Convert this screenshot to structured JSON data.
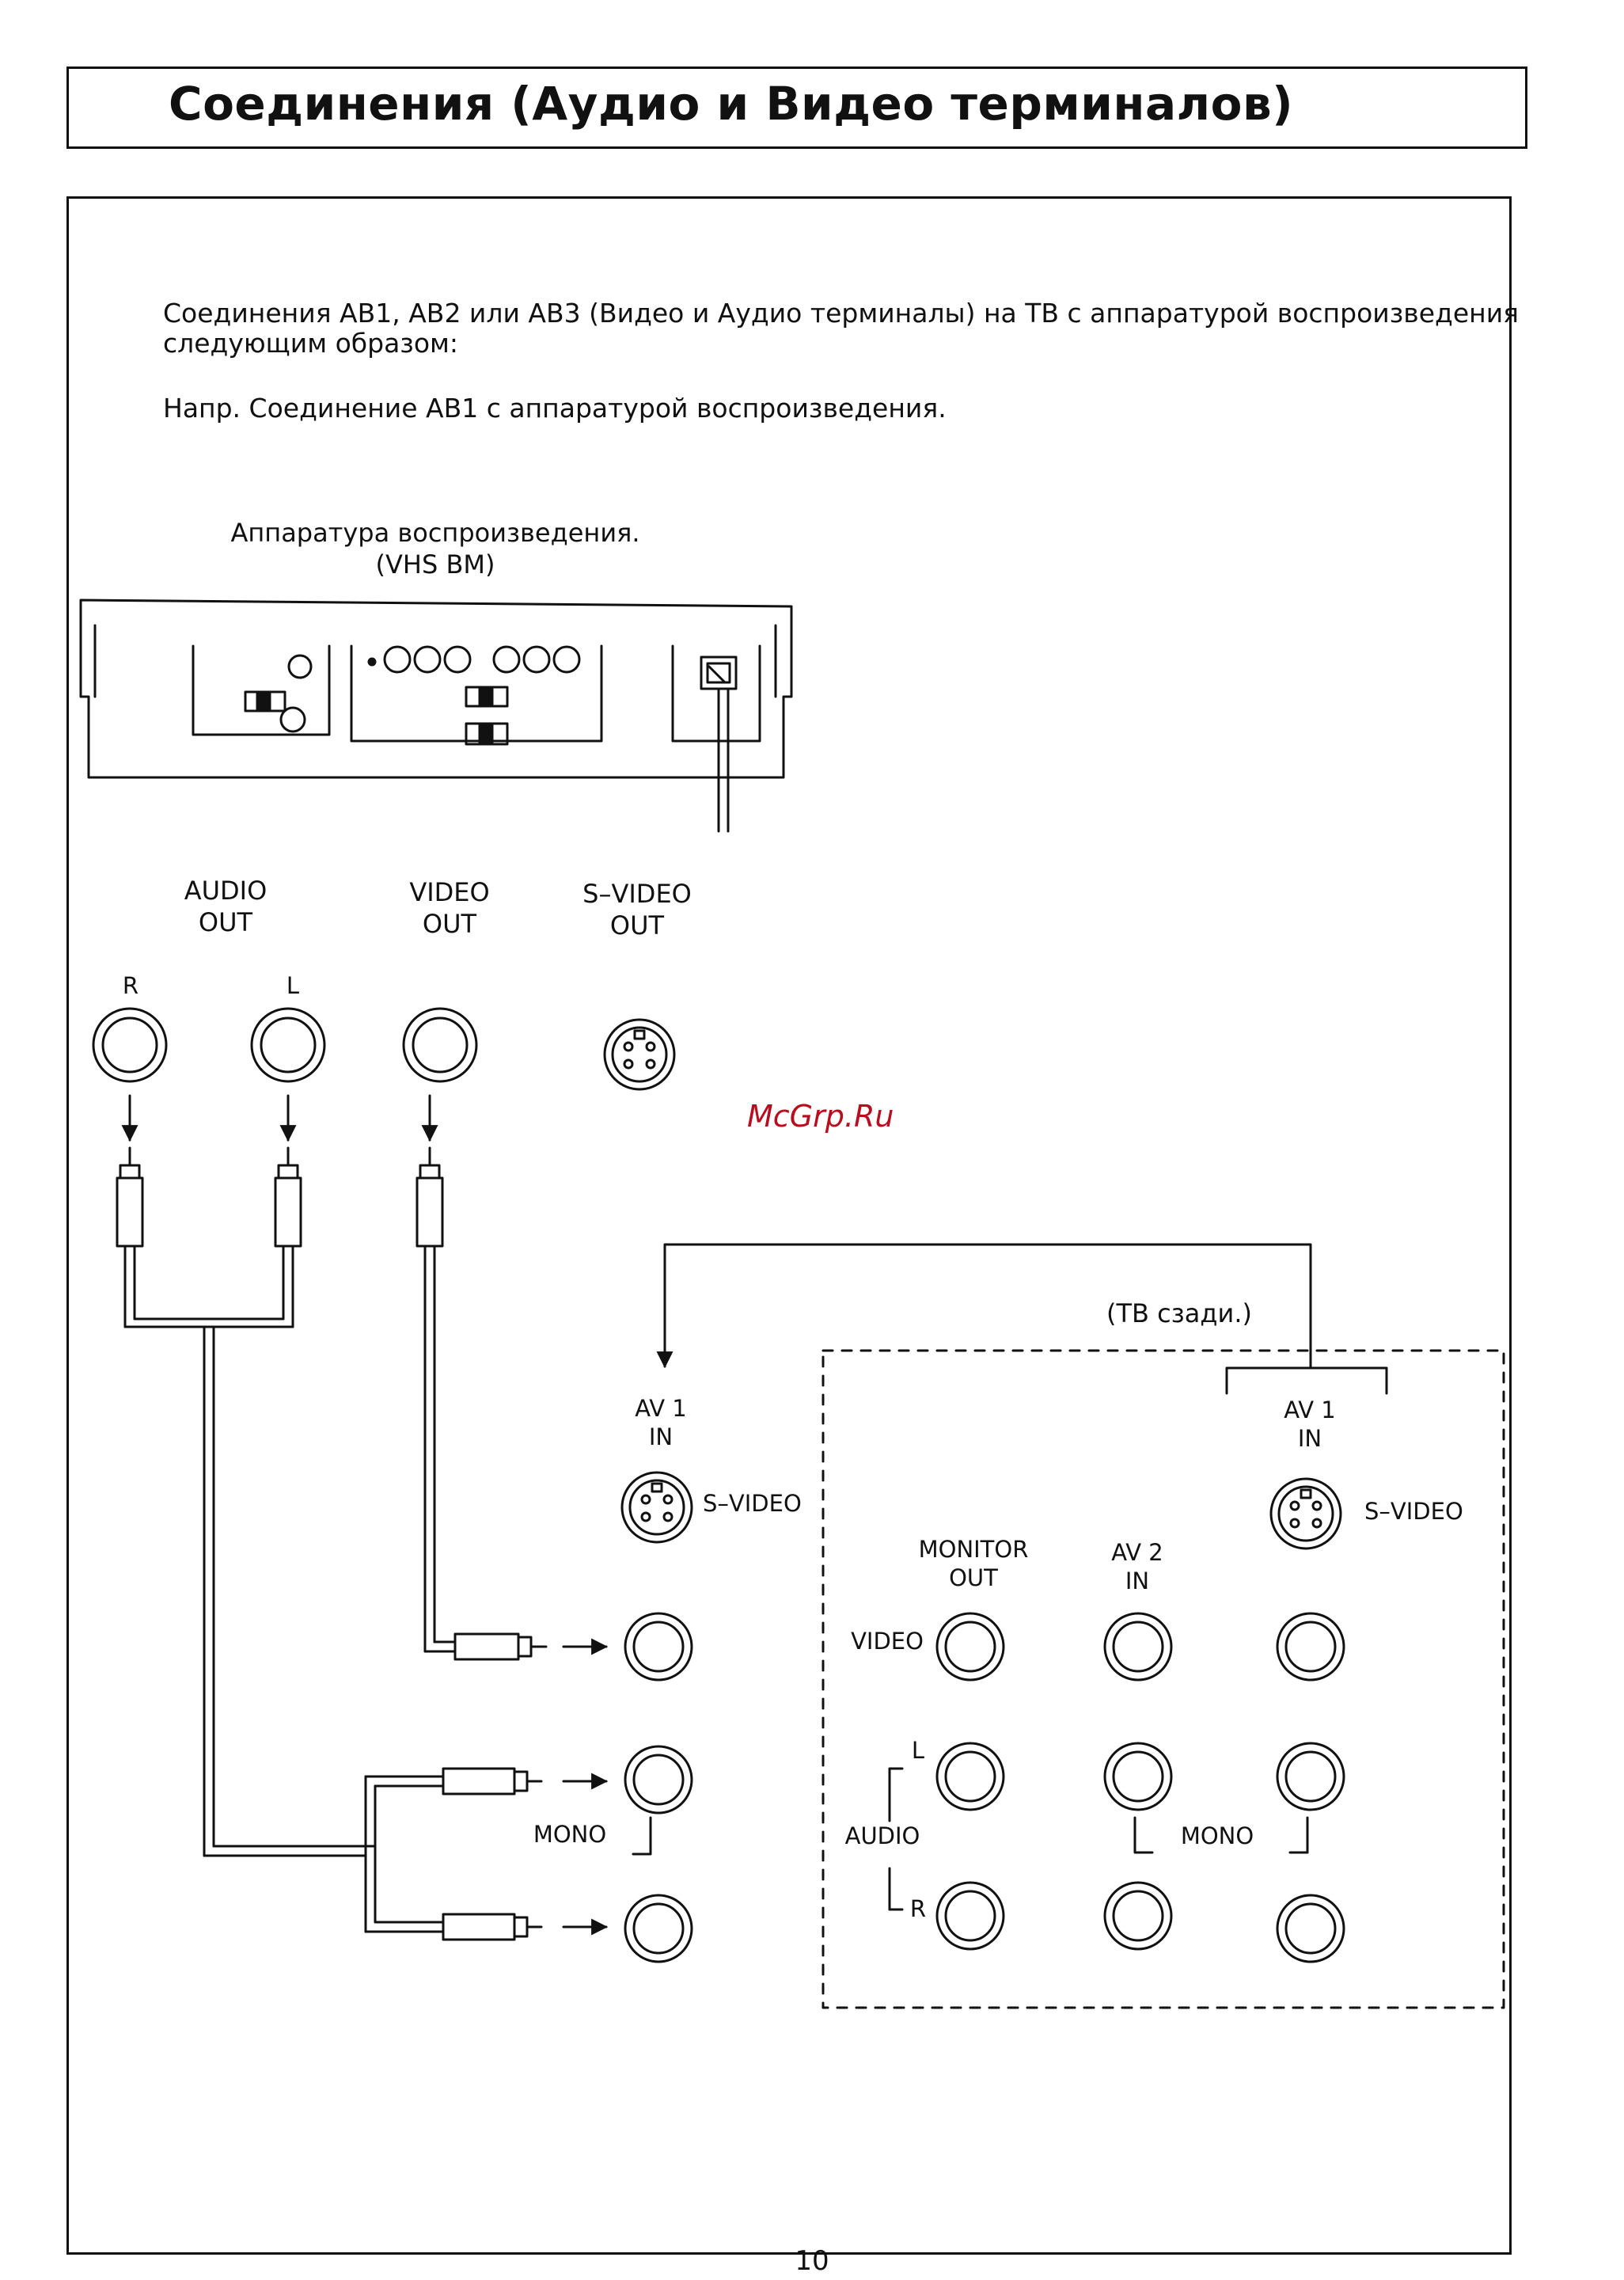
{
  "header": {
    "title": "Соединения (Аудио и Видео терминалов)"
  },
  "intro": {
    "line1": "Соединения AB1, AB2 или AB3 (Видео и Аудио терминалы) на ТВ с аппаратурой воспроизведения",
    "line2": "следующим образом:",
    "example": "Напр. Соединение AB1 с аппаратурой воспроизведения."
  },
  "device": {
    "label_line1": "Аппаратура воспроизведения.",
    "label_line2": "(VHS BM)"
  },
  "vcr_outputs": {
    "audio_out_line1": "AUDIO",
    "audio_out_line2": "OUT",
    "video_out_line1": "VIDEO",
    "video_out_line2": "OUT",
    "svideo_out_line1": "S–VIDEO",
    "svideo_out_line2": "OUT",
    "r_label": "R",
    "l_label": "L"
  },
  "tv": {
    "back_label": "(ТВ сзади.)",
    "av1_in_left_line1": "AV 1",
    "av1_in_left_line2": "IN",
    "svideo_left": "S–VIDEO",
    "mono_left": "MONO",
    "video_label": "VIDEO",
    "monitor_out_line1": "MONITOR",
    "monitor_out_line2": "OUT",
    "av2_in_line1": "AV 2",
    "av2_in_line2": "IN",
    "av1_in_right_line1": "AV 1",
    "av1_in_right_line2": "IN",
    "svideo_right": "S–VIDEO",
    "audio_label": "AUDIO",
    "l_label": "L",
    "r_label": "R",
    "mono_right": "MONO"
  },
  "watermark": "McGrp.Ru",
  "page_number": "10",
  "colors": {
    "ink": "#111111",
    "watermark": "#b80d1e",
    "background": "#ffffff"
  }
}
